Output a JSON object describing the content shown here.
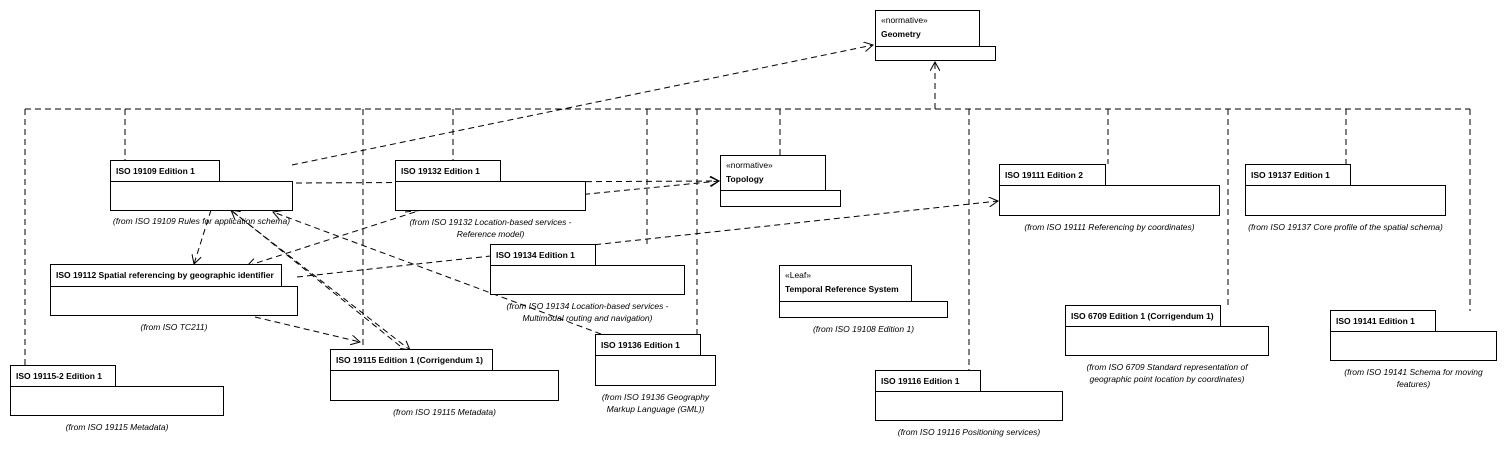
{
  "packages": {
    "geometry": {
      "stereotype": "«normative»",
      "name": "Geometry"
    },
    "topology": {
      "stereotype": "«normative»",
      "name": "Topology"
    },
    "temporal": {
      "stereotype": "«Leaf»",
      "name": "Temporal Reference System",
      "from": "(from ISO 19108 Edition 1)"
    },
    "iso19109": {
      "name": "ISO 19109 Edition 1",
      "from": "(from ISO 19109 Rules for application schema)"
    },
    "iso19132": {
      "name": "ISO 19132 Edition 1",
      "from_line1": "(from ISO 19132 Location-based services -",
      "from_line2": "Reference model)"
    },
    "iso19134": {
      "name": "ISO 19134 Edition 1",
      "from_line1": "(from ISO 19134 Location-based services -",
      "from_line2": "Multimodal routing and navigation)"
    },
    "iso19112": {
      "name": "ISO 19112 Spatial referencing by geographic identifier",
      "from": "(from ISO TC211)"
    },
    "iso19115_2": {
      "name": "ISO 19115-2 Edition 1",
      "from": "(from ISO 19115 Metadata)"
    },
    "iso19115": {
      "name": "ISO 19115 Edition 1 (Corrigendum 1)",
      "from": "(from ISO 19115 Metadata)"
    },
    "iso19136": {
      "name": "ISO 19136 Edition 1",
      "from_line1": "(from ISO 19136 Geography",
      "from_line2": "Markup Language (GML))"
    },
    "iso19111": {
      "name": "ISO 19111 Edition 2",
      "from": "(from ISO 19111 Referencing by coordinates)"
    },
    "iso19137": {
      "name": "ISO 19137 Edition 1",
      "from": "(from ISO 19137 Core profile of the spatial schema)"
    },
    "iso6709": {
      "name": "ISO 6709 Edition 1 (Corrigendum 1)",
      "from_line1": "(from ISO 6709 Standard representation of",
      "from_line2": "geographic point location by coordinates)"
    },
    "iso19116": {
      "name": "ISO 19116 Edition 1",
      "from": "(from ISO 19116 Positioning services)"
    },
    "iso19141": {
      "name": "ISO 19141 Edition 1",
      "from_line1": "(from ISO 19141 Schema for moving",
      "from_line2": "features)"
    }
  }
}
